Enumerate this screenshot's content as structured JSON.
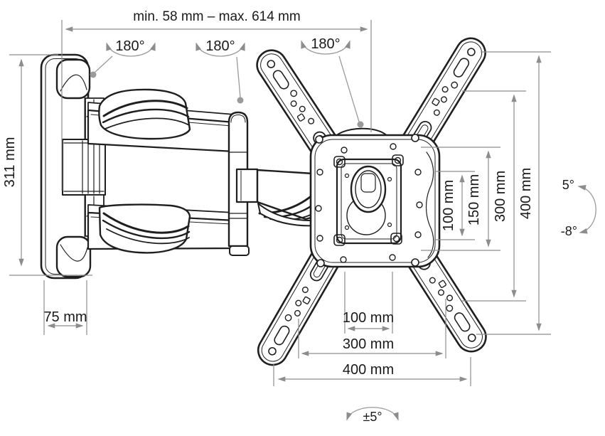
{
  "colors": {
    "line": "#1f1f1f",
    "dim": "#8d8d8d",
    "dot": "#9a9a9a",
    "text": "#1a1a1a",
    "bg": "#ffffff"
  },
  "labels": {
    "extension_range": "min. 58 mm – max. 614 mm",
    "swivel_wall": "180°",
    "swivel_arm": "180°",
    "swivel_plate": "180°",
    "wall_plate_height": "311 mm",
    "wall_plate_width": "75 mm",
    "vesa_vertical_100": "100 mm",
    "vesa_vertical_150": "150 mm",
    "vesa_vertical_300": "300 mm",
    "vesa_vertical_400": "400 mm",
    "tilt_up": "5°",
    "tilt_down": "-8°",
    "vesa_horizontal_100": "100 mm",
    "vesa_horizontal_300": "300 mm",
    "vesa_horizontal_400": "400 mm",
    "level_rotation": "±5°"
  }
}
